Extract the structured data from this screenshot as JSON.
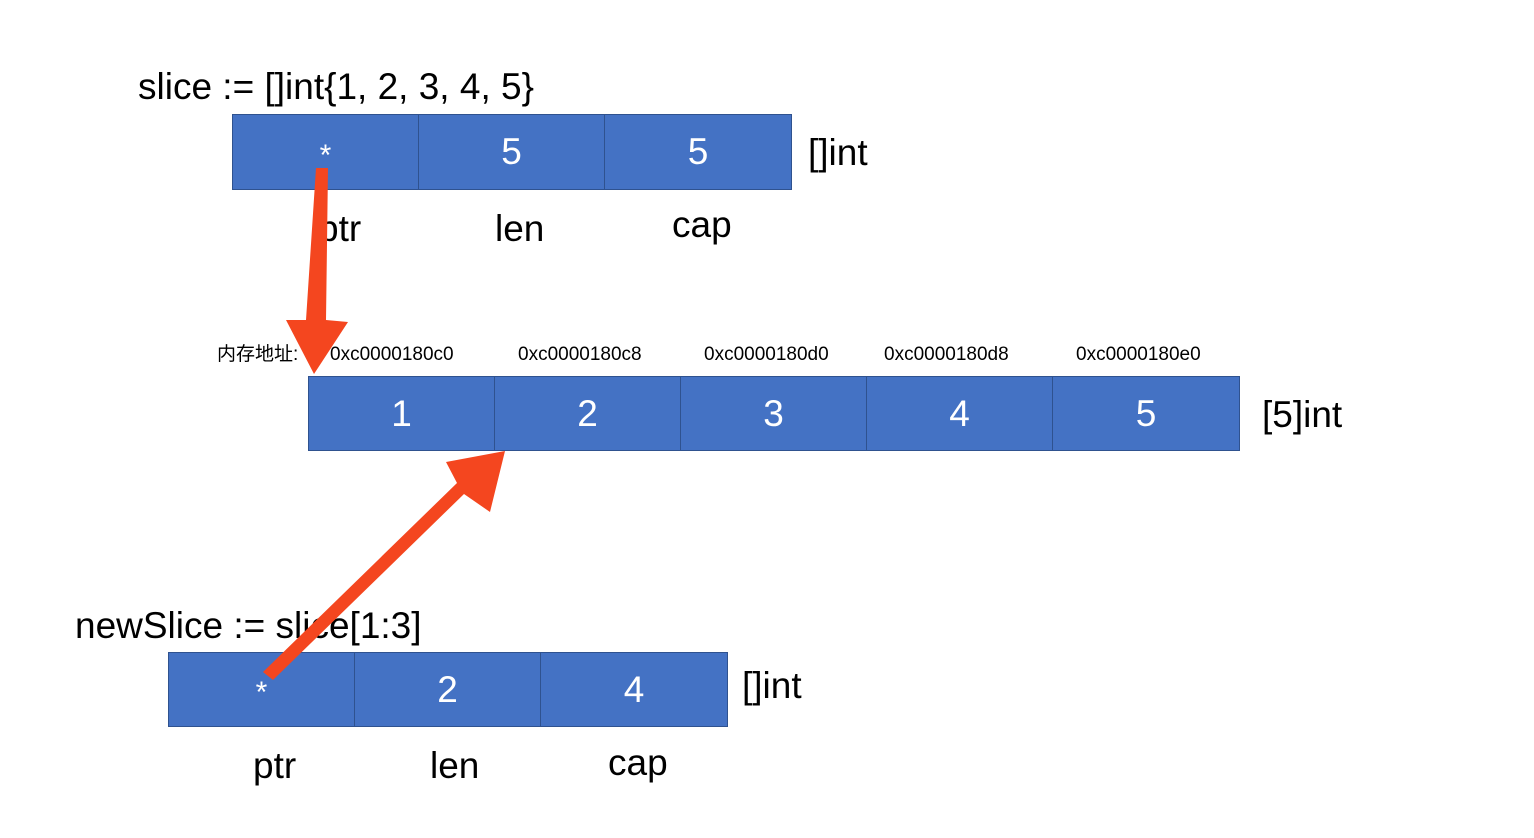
{
  "slice": {
    "code": "slice := []int{1, 2, 3, 4, 5}",
    "cells": [
      "*",
      "5",
      "5"
    ],
    "type": "[]int",
    "fields": [
      "ptr",
      "len",
      "cap"
    ]
  },
  "array": {
    "prefix": "内存地址:",
    "addresses": [
      "0xc0000180c0",
      "0xc0000180c8",
      "0xc0000180d0",
      "0xc0000180d8",
      "0xc0000180e0"
    ],
    "cells": [
      "1",
      "2",
      "3",
      "4",
      "5"
    ],
    "type": "[5]int"
  },
  "newSlice": {
    "code": "newSlice := slice[1:3]",
    "cells": [
      "*",
      "2",
      "4"
    ],
    "type": "[]int",
    "fields": [
      "ptr",
      "len",
      "cap"
    ]
  },
  "colors": {
    "cell_fill": "#4472c4",
    "cell_border": "#2f528f",
    "arrow": "#f4461f"
  }
}
